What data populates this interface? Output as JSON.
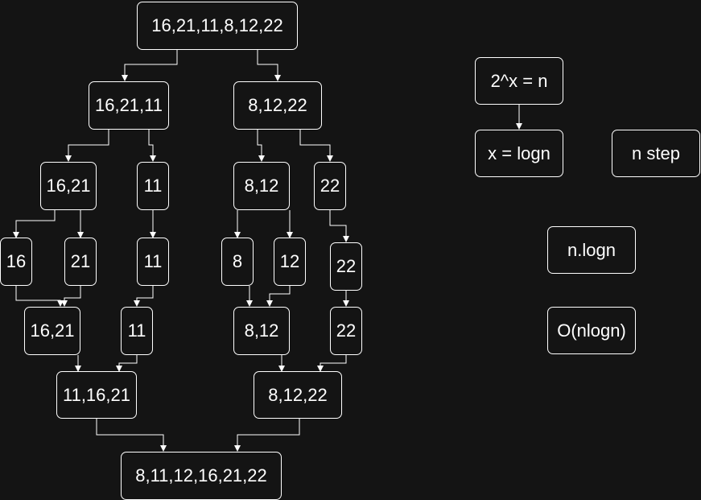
{
  "diagram": {
    "title": "",
    "nodes": {
      "root": "16,21,11,8,12,22",
      "left_1": "16,21,11",
      "right_1": "8,12,22",
      "l_16_21": "16,21",
      "l_11": "11",
      "r_8_12": "8,12",
      "r_22": "22",
      "leaf_16": "16",
      "leaf_21": "21",
      "leaf_11": "11",
      "leaf_8": "8",
      "leaf_12": "12",
      "leaf_22": "22",
      "merge_16_21": "16,21",
      "merge_11": "11",
      "merge_8_12": "8,12",
      "merge_22": "22",
      "merge_11_16_21": "11,16,21",
      "merge_8_12_22": "8,12,22",
      "result": "8,11,12,16,21,22",
      "eq_power": "2^x = n",
      "eq_log": "x = logn",
      "n_step": "n step",
      "n_logn": "n.logn",
      "big_o": "O(nlogn)"
    }
  }
}
